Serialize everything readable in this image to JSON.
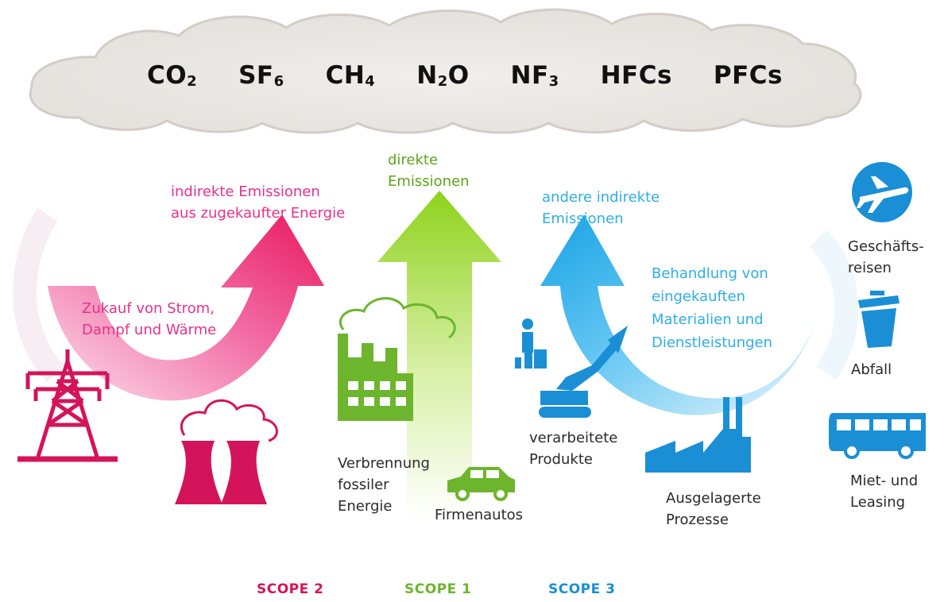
{
  "gases": [
    {
      "base": "CO",
      "sub": "2"
    },
    {
      "base": "SF",
      "sub": "6"
    },
    {
      "base": "CH",
      "sub": "4"
    },
    {
      "base": "N",
      "sub": "2",
      "tail": "O"
    },
    {
      "base": "NF",
      "sub": "3"
    },
    {
      "base": "HFCs",
      "sub": ""
    },
    {
      "base": "PFCs",
      "sub": ""
    }
  ],
  "scope2": {
    "arrow_label_1": "indirekte Emissionen",
    "arrow_label_2": "aus zugekaufter Energie",
    "source_label_1": "Zukauf von Strom,",
    "source_label_2": "Dampf und Wärme",
    "footer": "SCOPE 2",
    "color": "#d4145a"
  },
  "scope1": {
    "arrow_label_1": "direkte",
    "arrow_label_2": "Emissionen",
    "combustion_1": "Verbrennung",
    "combustion_2": "fossiler",
    "combustion_3": "Energie",
    "cars": "Firmenautos",
    "footer": "SCOPE 1",
    "color": "#6cb52d"
  },
  "scope3": {
    "arrow_label_1": "andere indirekte",
    "arrow_label_2": "Emissionen",
    "treatment_1": "Behandlung von",
    "treatment_2": "eingekauften",
    "treatment_3": "Materialien und",
    "treatment_4": "Dienstleistungen",
    "processed_1": "verarbeitete",
    "processed_2": "Produkte",
    "outsourced_1": "Ausgelagerte",
    "outsourced_2": "Prozesse",
    "travel_1": "Geschäfts-",
    "travel_2": "reisen",
    "waste": "Abfall",
    "leasing_1": "Miet- und",
    "leasing_2": "Leasing",
    "footer": "SCOPE 3",
    "color": "#1a8fd6"
  },
  "icons": [
    "cloud-icon",
    "power-pylon-icon",
    "cooling-tower-icon",
    "factory-icon",
    "car-icon",
    "worker-icon",
    "excavator-icon",
    "outsourced-factory-icon",
    "airplane-icon",
    "trash-bin-icon",
    "bus-icon"
  ]
}
